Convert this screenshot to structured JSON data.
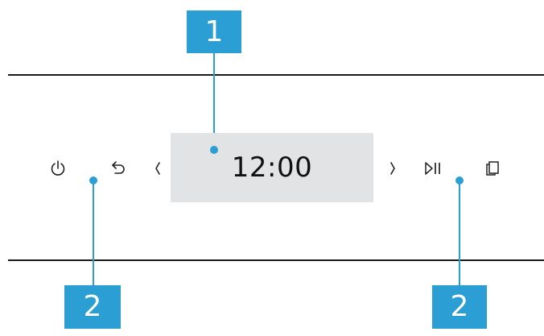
{
  "colors": {
    "callout": "#2b9fd3",
    "display_background": "#e2e3e5",
    "line": "#1a1a1a"
  },
  "display": {
    "time": "12:00"
  },
  "controls": [
    {
      "id": "power",
      "icon": "power-icon"
    },
    {
      "id": "back",
      "icon": "back-arrow-icon"
    },
    {
      "id": "left",
      "icon": "chevron-left-icon"
    },
    {
      "id": "right",
      "icon": "chevron-right-icon"
    },
    {
      "id": "start-stop",
      "icon": "play-pause-icon"
    },
    {
      "id": "favourites",
      "icon": "copy-icon"
    }
  ],
  "callouts": {
    "display": "1",
    "left_keys": "2",
    "right_keys": "2"
  }
}
